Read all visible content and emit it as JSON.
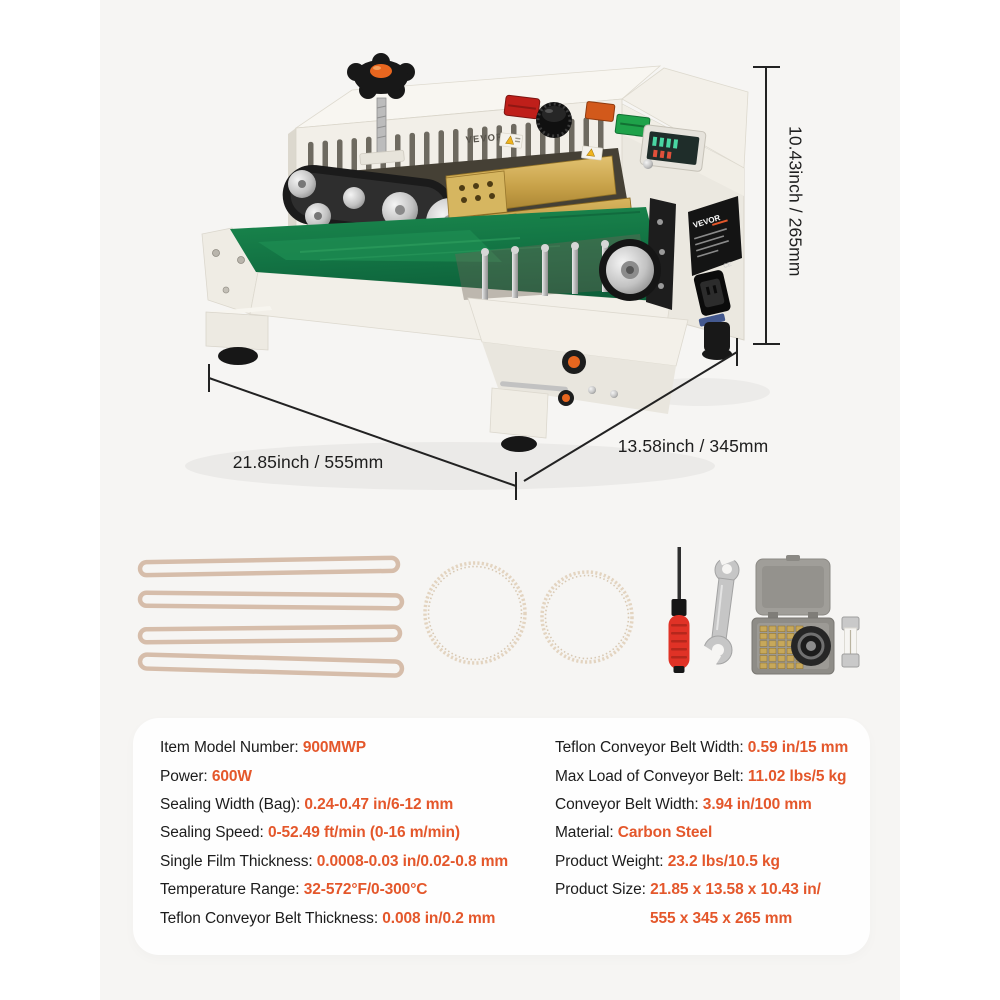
{
  "page": {
    "background": "#ffffff",
    "canvas_background": "#f6f5f3"
  },
  "accent_color": "#e4572b",
  "product": {
    "brand": "VEVOR",
    "dimension_labels": {
      "height": "10.43inch / 265mm",
      "width": "21.85inch / 555mm",
      "depth": "13.58inch / 345mm"
    }
  },
  "machine_icons": [
    "star-knob-icon",
    "vent-grille-icon",
    "power-rocker-red-icon",
    "speed-knob-icon",
    "orange-switch-icon",
    "green-switch-icon",
    "temperature-display-icon",
    "warning-sticker-icon",
    "rating-label-icon",
    "power-socket-icon",
    "conveyor-belt-icon"
  ],
  "accessories": [
    {
      "name": "teflon-belt-strips",
      "count": 4
    },
    {
      "name": "round-toothed-belts",
      "count": 2
    },
    {
      "name": "screwdriver",
      "count": 1
    },
    {
      "name": "wrench",
      "count": 1
    },
    {
      "name": "type-set-box",
      "count": 1
    },
    {
      "name": "fuse",
      "count": 1
    }
  ],
  "specs": {
    "left_rows": [
      {
        "label": "Item Model Number: ",
        "value": "900MWP"
      },
      {
        "label": "Power: ",
        "value": "600W"
      },
      {
        "label": "Sealing Width (Bag): ",
        "value": "0.24-0.47 in/6-12 mm"
      },
      {
        "label": "Sealing Speed: ",
        "value": "0-52.49 ft/min (0-16 m/min)"
      },
      {
        "label": "Single Film Thickness: ",
        "value": "0.0008-0.03 in/0.02-0.8 mm"
      },
      {
        "label": "Temperature Range: ",
        "value": "32-572°F/0-300°C"
      },
      {
        "label": "Teflon Conveyor Belt Thickness: ",
        "value": "0.008 in/0.2 mm"
      }
    ],
    "right_rows": [
      {
        "label": "Teflon Conveyor Belt Width: ",
        "value": "0.59 in/15 mm"
      },
      {
        "label": "Max Load of Conveyor Belt: ",
        "value": "11.02 lbs/5 kg"
      },
      {
        "label": "Conveyor Belt Width: ",
        "value": "3.94 in/100 mm"
      },
      {
        "label": "Material: ",
        "value": "Carbon Steel"
      },
      {
        "label": "Product Weight: ",
        "value": "23.2 lbs/10.5 kg"
      },
      {
        "label": "Product Size: ",
        "value": "21.85 x 13.58 x 10.43 in/"
      },
      {
        "label": "",
        "value": "555 x 345 x 265 mm"
      }
    ]
  }
}
